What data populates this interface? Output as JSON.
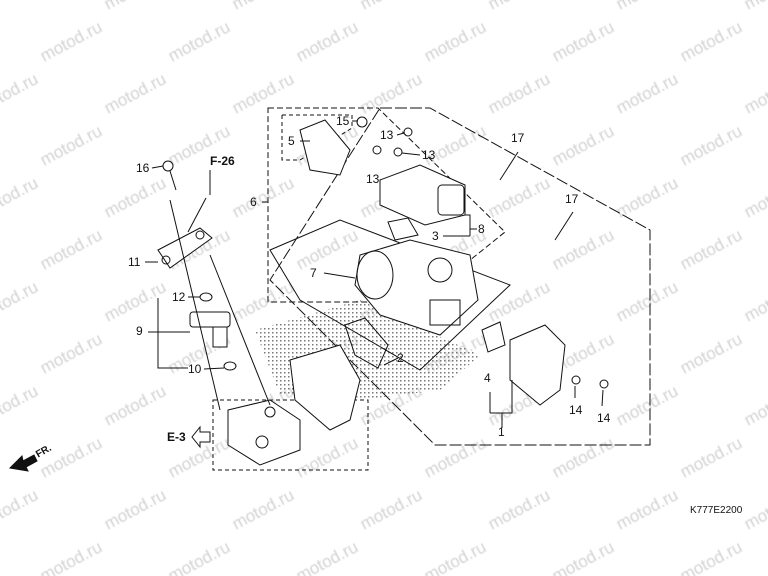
{
  "watermark": "motod.ru",
  "diagram_code": "K777E2200",
  "refs": {
    "f26": "F-26",
    "e3": "E-3",
    "fr": "FR."
  },
  "callouts": [
    "16",
    "11",
    "12",
    "9",
    "10",
    "5",
    "15",
    "13",
    "13",
    "13",
    "6",
    "7",
    "3",
    "8",
    "2",
    "17",
    "17",
    "4",
    "14",
    "14",
    "1"
  ],
  "colors": {
    "line": "#111111",
    "watermark": "#d4d4d4",
    "stipple": "#888888"
  }
}
